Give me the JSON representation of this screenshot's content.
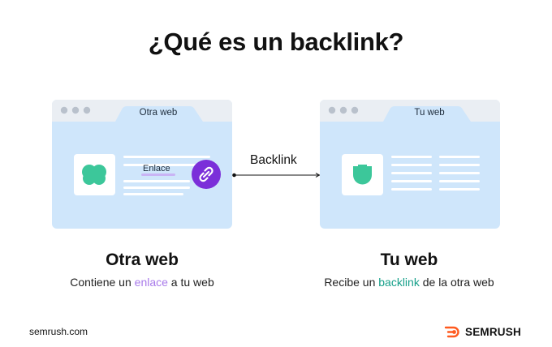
{
  "title": "¿Qué es un backlink?",
  "left_card": {
    "tab_label": "Otra web",
    "link_label": "Enlace",
    "heading": "Otra web",
    "desc_before": "Contiene un ",
    "desc_highlight": "enlace",
    "desc_after": " a tu web"
  },
  "connector": {
    "label": "Backlink"
  },
  "right_card": {
    "tab_label": "Tu web",
    "heading": "Tu web",
    "desc_before": "Recibe un ",
    "desc_highlight": "backlink",
    "desc_after": " de la otra web"
  },
  "footer": {
    "url": "semrush.com",
    "brand": "SEMRUSH"
  },
  "colors": {
    "browser_fill": "#cfe6fb",
    "browser_chrome": "#eaeef3",
    "dot": "#b9c1cc",
    "purple": "#7b2fd9",
    "purple_text": "#a97bea",
    "teal_text": "#17a08a",
    "green_shape": "#3cc79a",
    "brand_orange": "#ff5a1f"
  },
  "icons": {
    "link_badge": "link-chain-icon",
    "left_thumb": "cloud-blob-icon",
    "right_thumb": "shield-icon",
    "brand_logo": "semrush-flame-icon"
  }
}
